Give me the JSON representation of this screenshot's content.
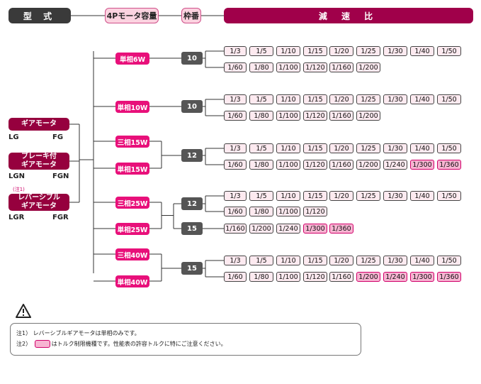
{
  "header": {
    "type_label": "型 式",
    "motor_label": "4Pモータ容量",
    "frame_label": "枠番",
    "ratio_label": "減 速 比"
  },
  "motor_types": [
    {
      "name": "ギアモータ",
      "code_left": "LG",
      "code_right": "FG",
      "note": ""
    },
    {
      "name": "ブレーキ付\nギアモータ",
      "code_left": "LGN",
      "code_right": "FGN",
      "note": ""
    },
    {
      "name": "レバーシブル\nギアモータ",
      "code_left": "LGR",
      "code_right": "FGR",
      "note": "(注1)"
    }
  ],
  "groups": [
    {
      "motors": [
        "単相6W"
      ],
      "frames": [
        {
          "frame": "10",
          "rows": [
            [
              {
                "t": "1/3"
              },
              {
                "t": "1/5"
              },
              {
                "t": "1/10"
              },
              {
                "t": "1/15"
              },
              {
                "t": "1/20"
              },
              {
                "t": "1/25"
              },
              {
                "t": "1/30"
              },
              {
                "t": "1/40"
              },
              {
                "t": "1/50"
              }
            ],
            [
              {
                "t": "1/60"
              },
              {
                "t": "1/80"
              },
              {
                "t": "1/100"
              },
              {
                "t": "1/120"
              },
              {
                "t": "1/160"
              },
              {
                "t": "1/200"
              }
            ]
          ]
        }
      ]
    },
    {
      "motors": [
        "単相10W"
      ],
      "frames": [
        {
          "frame": "10",
          "rows": [
            [
              {
                "t": "1/3"
              },
              {
                "t": "1/5"
              },
              {
                "t": "1/10"
              },
              {
                "t": "1/15"
              },
              {
                "t": "1/20"
              },
              {
                "t": "1/25"
              },
              {
                "t": "1/30"
              },
              {
                "t": "1/40"
              },
              {
                "t": "1/50"
              }
            ],
            [
              {
                "t": "1/60"
              },
              {
                "t": "1/80"
              },
              {
                "t": "1/100"
              },
              {
                "t": "1/120"
              },
              {
                "t": "1/160"
              },
              {
                "t": "1/200"
              }
            ]
          ]
        }
      ]
    },
    {
      "motors": [
        "三相15W",
        "単相15W"
      ],
      "frames": [
        {
          "frame": "12",
          "rows": [
            [
              {
                "t": "1/3"
              },
              {
                "t": "1/5"
              },
              {
                "t": "1/10"
              },
              {
                "t": "1/15"
              },
              {
                "t": "1/20"
              },
              {
                "t": "1/25"
              },
              {
                "t": "1/30"
              },
              {
                "t": "1/40"
              },
              {
                "t": "1/50"
              }
            ],
            [
              {
                "t": "1/60"
              },
              {
                "t": "1/80"
              },
              {
                "t": "1/100"
              },
              {
                "t": "1/120"
              },
              {
                "t": "1/160"
              },
              {
                "t": "1/200"
              },
              {
                "t": "1/240"
              },
              {
                "t": "1/300",
                "lim": true
              },
              {
                "t": "1/360",
                "lim": true
              }
            ]
          ]
        }
      ]
    },
    {
      "motors": [
        "三相25W",
        "単相25W"
      ],
      "frames": [
        {
          "frame": "12",
          "rows": [
            [
              {
                "t": "1/3"
              },
              {
                "t": "1/5"
              },
              {
                "t": "1/10"
              },
              {
                "t": "1/15"
              },
              {
                "t": "1/20"
              },
              {
                "t": "1/25"
              },
              {
                "t": "1/30"
              },
              {
                "t": "1/40"
              },
              {
                "t": "1/50"
              }
            ],
            [
              {
                "t": "1/60"
              },
              {
                "t": "1/80"
              },
              {
                "t": "1/100"
              },
              {
                "t": "1/120"
              }
            ]
          ]
        },
        {
          "frame": "15",
          "rows": [
            [
              {
                "t": "1/160"
              },
              {
                "t": "1/200"
              },
              {
                "t": "1/240"
              },
              {
                "t": "1/300",
                "lim": true
              },
              {
                "t": "1/360",
                "lim": true
              }
            ]
          ]
        }
      ]
    },
    {
      "motors": [
        "三相40W",
        "単相40W"
      ],
      "frames": [
        {
          "frame": "15",
          "rows": [
            [
              {
                "t": "1/3"
              },
              {
                "t": "1/5"
              },
              {
                "t": "1/10"
              },
              {
                "t": "1/15"
              },
              {
                "t": "1/20"
              },
              {
                "t": "1/25"
              },
              {
                "t": "1/30"
              },
              {
                "t": "1/40"
              },
              {
                "t": "1/50"
              }
            ],
            [
              {
                "t": "1/60"
              },
              {
                "t": "1/80"
              },
              {
                "t": "1/100"
              },
              {
                "t": "1/120"
              },
              {
                "t": "1/160"
              },
              {
                "t": "1/200",
                "lim": true
              },
              {
                "t": "1/240",
                "lim": true
              },
              {
                "t": "1/300",
                "lim": true
              },
              {
                "t": "1/360",
                "lim": true
              }
            ]
          ]
        }
      ]
    }
  ],
  "notes": {
    "note1": "注1） レバーシブルギアモータは単相のみです。",
    "note2_prefix": "注2）",
    "note2_suffix": "はトルク制限機種です。性能表の許容トルクに特にご注意ください。"
  },
  "colors": {
    "magenta": "#e8107a",
    "dark_magenta": "#a0004a",
    "limited_fill": "#f7b4d2",
    "frame_gray": "#555555"
  },
  "icons": {
    "warning": "warning-triangle-icon"
  }
}
